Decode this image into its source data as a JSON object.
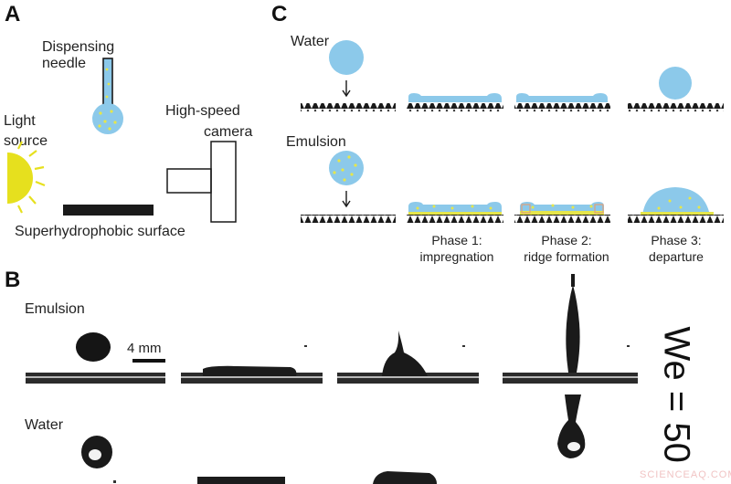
{
  "panels": {
    "a": {
      "letter": "A",
      "needle_label_line1": "Dispensing",
      "needle_label_line2": "needle",
      "light_label_line1": "Light",
      "light_label_line2": "source",
      "camera_label_line1": "High-speed",
      "camera_label_line2": "camera",
      "surface_label": "Superhydrophobic surface"
    },
    "b": {
      "letter": "B",
      "row_emulsion_label": "Emulsion",
      "row_water_label": "Water",
      "scale_bar_label": "4 mm",
      "weber_label": "We = 50"
    },
    "c": {
      "letter": "C",
      "water_label": "Water",
      "emulsion_label": "Emulsion",
      "phase1_line1": "Phase 1:",
      "phase1_line2": "impregnation",
      "phase2_line1": "Phase 2:",
      "phase2_line2": "ridge formation",
      "phase3_line1": "Phase 3:",
      "phase3_line2": "departure"
    }
  },
  "watermark": "SCIENCEAQ.COM",
  "colors": {
    "droplet_blue": "#8cc9ea",
    "particle_yellow": "#e6e64a",
    "light_yellow": "#e6e01e",
    "surface_black": "#1a1a1a",
    "ridge_orange": "#e0a07a"
  }
}
